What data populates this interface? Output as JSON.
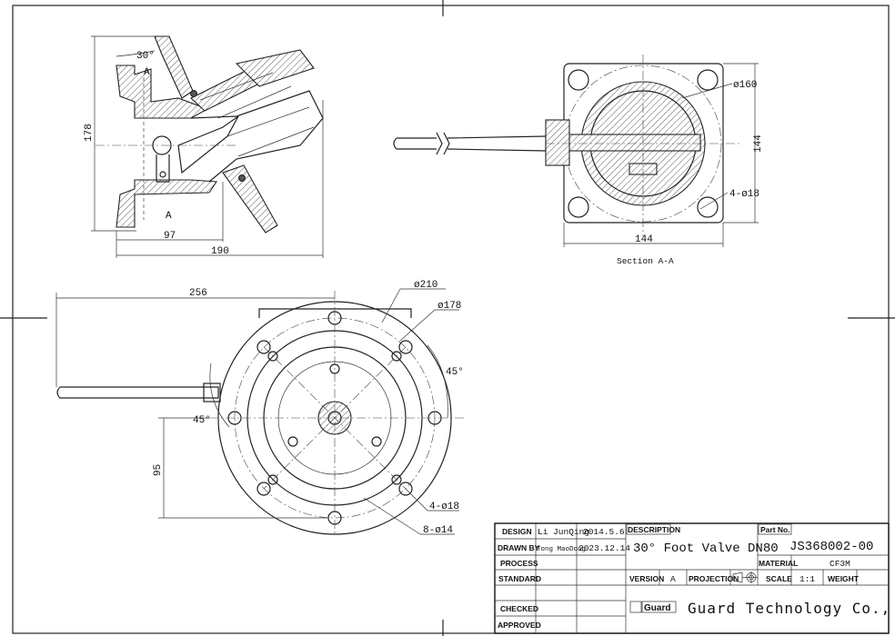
{
  "drawing": {
    "side_view": {
      "dims": {
        "height": "178",
        "face_to_center": "97",
        "length": "190",
        "angle": "30°"
      },
      "section_marks": [
        "A",
        "A"
      ]
    },
    "section_view": {
      "label": "Section A-A",
      "dims": {
        "bore": "ø160",
        "width": "144",
        "height": "144",
        "bolts": "4-ø18"
      }
    },
    "front_view": {
      "dims": {
        "outer": "ø210",
        "pitch": "ø178",
        "handle": "256",
        "angle_right": "45°",
        "angle_left": "45°",
        "offset": "95",
        "bolts_a": "4-ø18",
        "bolts_b": "8-ø14"
      }
    }
  },
  "title_block": {
    "design_label": "DESIGN",
    "design_name": "Li JunQing",
    "design_date": "2014.5.6",
    "drawn_label": "DRAWN BY",
    "drawn_name": "Tong MaoDong",
    "drawn_date": "2023.12.14",
    "process_label": "PROCESS",
    "standard_label": "STANDARD",
    "checked_label": "CHECKED",
    "approved_label": "APPROVED",
    "description_label": "DESCRIPTION",
    "description": "30°  Foot Valve DN80",
    "part_no_label": "Part No.",
    "part_no": "JS368002-00",
    "material_label": "MATERIAL",
    "material": "CF3M",
    "version_label": "VERSION",
    "version": "A",
    "projection_label": "PROJECTION",
    "scale_label": "SCALE",
    "scale": "1:1",
    "weight_label": "WEIGHT",
    "weight": "",
    "logo_text": "Guard",
    "company": "Guard Technology Co., Ltd"
  }
}
